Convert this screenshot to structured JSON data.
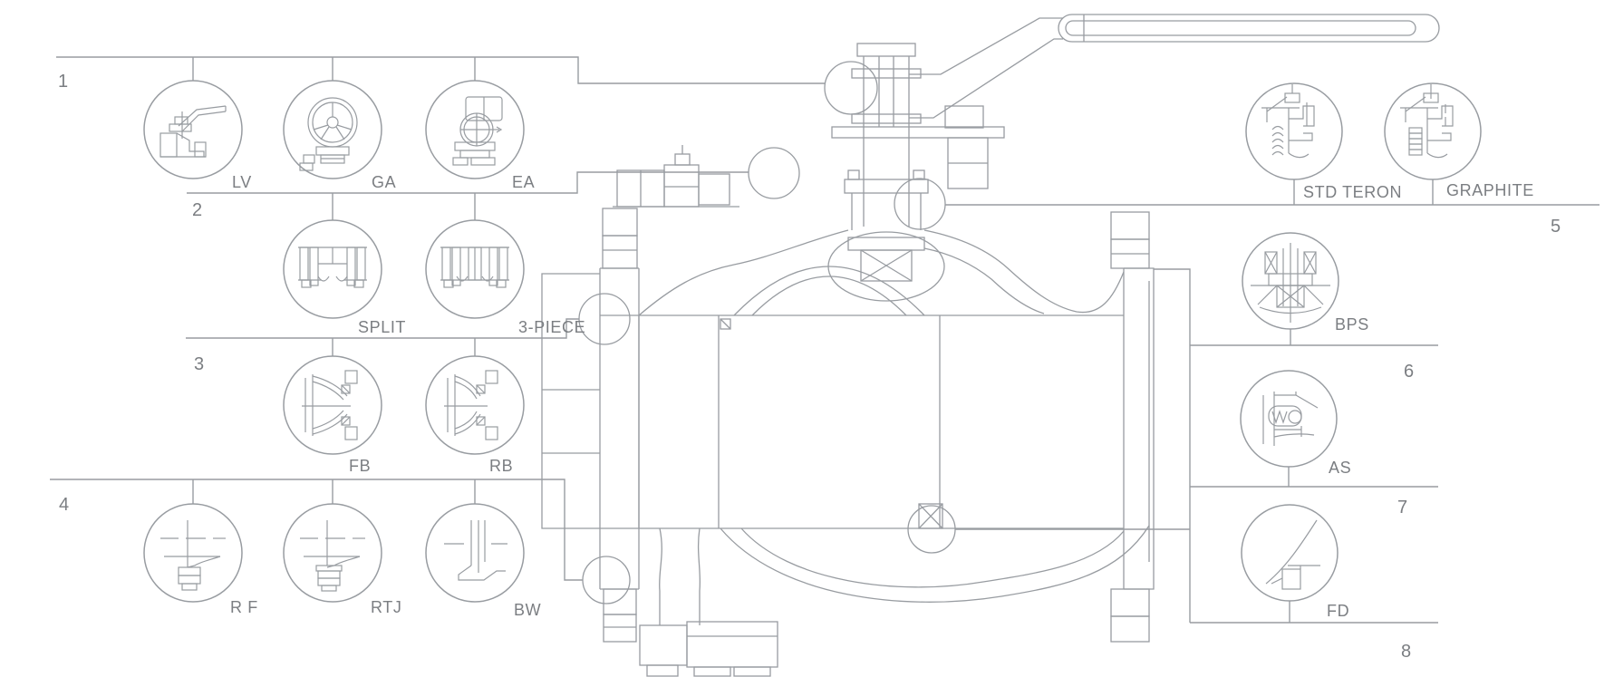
{
  "diagram": {
    "description": "Ball valve configuration options diagram",
    "groups": [
      {
        "number": "1",
        "options": [
          "LV",
          "GA",
          "EA"
        ]
      },
      {
        "number": "2",
        "options": [
          "SPLIT",
          "3-PIECE"
        ]
      },
      {
        "number": "3",
        "options": [
          "FB",
          "RB"
        ]
      },
      {
        "number": "4",
        "options": [
          "R F",
          "RTJ",
          "BW"
        ]
      },
      {
        "number": "5",
        "options": [
          "STD TERON",
          "GRAPHITE"
        ]
      },
      {
        "number": "6",
        "options": [
          "BPS"
        ]
      },
      {
        "number": "7",
        "options": [
          "AS"
        ]
      },
      {
        "number": "8",
        "options": [
          "FD"
        ]
      }
    ],
    "colors": {
      "line": "#989ca1",
      "text": "#7b7e82",
      "background": "#ffffff"
    }
  }
}
